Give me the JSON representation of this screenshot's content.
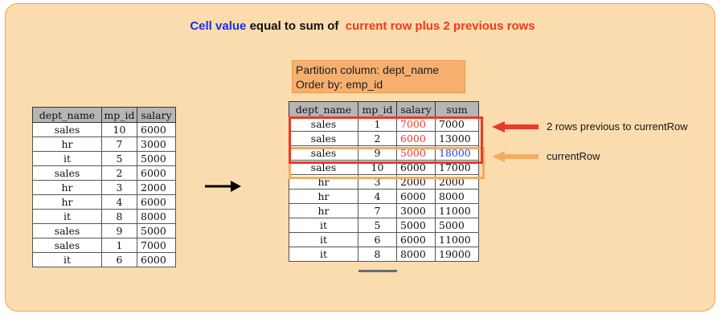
{
  "title": {
    "part1": "Cell value",
    "part2": "equal to sum of",
    "part3": "current row plus 2 previous rows"
  },
  "partition_box": {
    "line1": "Partition column: dept_name",
    "line2": "Order by: emp_id"
  },
  "left_table": {
    "headers": [
      "dept_name",
      "mp_id",
      "salary"
    ],
    "rows": [
      [
        "sales",
        "10",
        "6000"
      ],
      [
        "hr",
        "7",
        "3000"
      ],
      [
        "it",
        "5",
        "5000"
      ],
      [
        "sales",
        "2",
        "6000"
      ],
      [
        "hr",
        "3",
        "2000"
      ],
      [
        "hr",
        "4",
        "6000"
      ],
      [
        "it",
        "8",
        "8000"
      ],
      [
        "sales",
        "9",
        "5000"
      ],
      [
        "sales",
        "1",
        "7000"
      ],
      [
        "it",
        "6",
        "6000"
      ]
    ]
  },
  "right_table": {
    "headers": [
      "dept_name",
      "mp_id",
      "salary",
      "sum"
    ],
    "rows": [
      [
        "sales",
        "1",
        "7000",
        "7000"
      ],
      [
        "sales",
        "2",
        "6000",
        "13000"
      ],
      [
        "sales",
        "9",
        "5000",
        "18000"
      ],
      [
        "sales",
        "10",
        "6000",
        "17000"
      ],
      [
        "hr",
        "3",
        "2000",
        "2000"
      ],
      [
        "hr",
        "4",
        "6000",
        "8000"
      ],
      [
        "hr",
        "7",
        "3000",
        "11000"
      ],
      [
        "it",
        "5",
        "5000",
        "5000"
      ],
      [
        "it",
        "6",
        "6000",
        "11000"
      ],
      [
        "it",
        "8",
        "8000",
        "19000"
      ]
    ]
  },
  "annotations": {
    "previous_rows": "2 rows previous to currentRow",
    "current_row": "currentRow"
  },
  "colors": {
    "panel": "#fbdcae",
    "highlight_red": "#ea3a28",
    "highlight_orange": "#f2ad5f",
    "title_blue": "#1a2ee8",
    "sum_blue": "#1f46e6"
  }
}
